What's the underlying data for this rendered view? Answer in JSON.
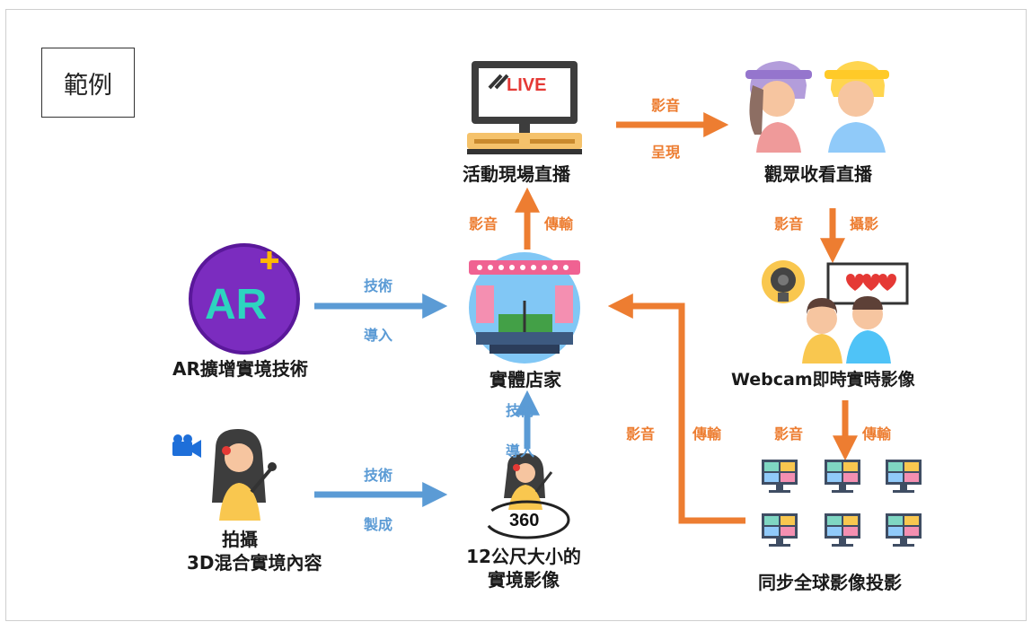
{
  "example_label": "範例",
  "nodes": {
    "live": "活動現場直播",
    "audience": "觀眾收看直播",
    "webcam": "Webcam即時實時影像",
    "store": "實體店家",
    "ar": "AR擴增實境技術",
    "ar_icon_text": "AR",
    "shoot_line1": "拍攝",
    "shoot_line2": "3D混合實境內容",
    "volumetric_line1": "12公尺大小的",
    "volumetric_line2": "實境影像",
    "volumetric_icon_text": "360",
    "global": "同步全球影像投影",
    "live_icon_text": "LIVE"
  },
  "edges": {
    "live_to_audience_top": "影音",
    "live_to_audience_bottom": "呈現",
    "store_to_live_left": "影音",
    "store_to_live_right": "傳輸",
    "audience_to_webcam_left": "影音",
    "audience_to_webcam_right": "攝影",
    "ar_to_store_top": "技術",
    "ar_to_store_bottom": "導入",
    "webcam_to_global_left": "影音",
    "webcam_to_global_right": "傳輸",
    "global_to_store_left": "影音",
    "global_to_store_right": "傳輸",
    "vol_to_store_top": "技術",
    "vol_to_store_bottom": "導入",
    "shoot_to_vol_top": "技術",
    "shoot_to_vol_bottom": "製成"
  },
  "colors": {
    "blue_arrow": "#5b9bd5",
    "orange_arrow": "#ed7d31"
  }
}
